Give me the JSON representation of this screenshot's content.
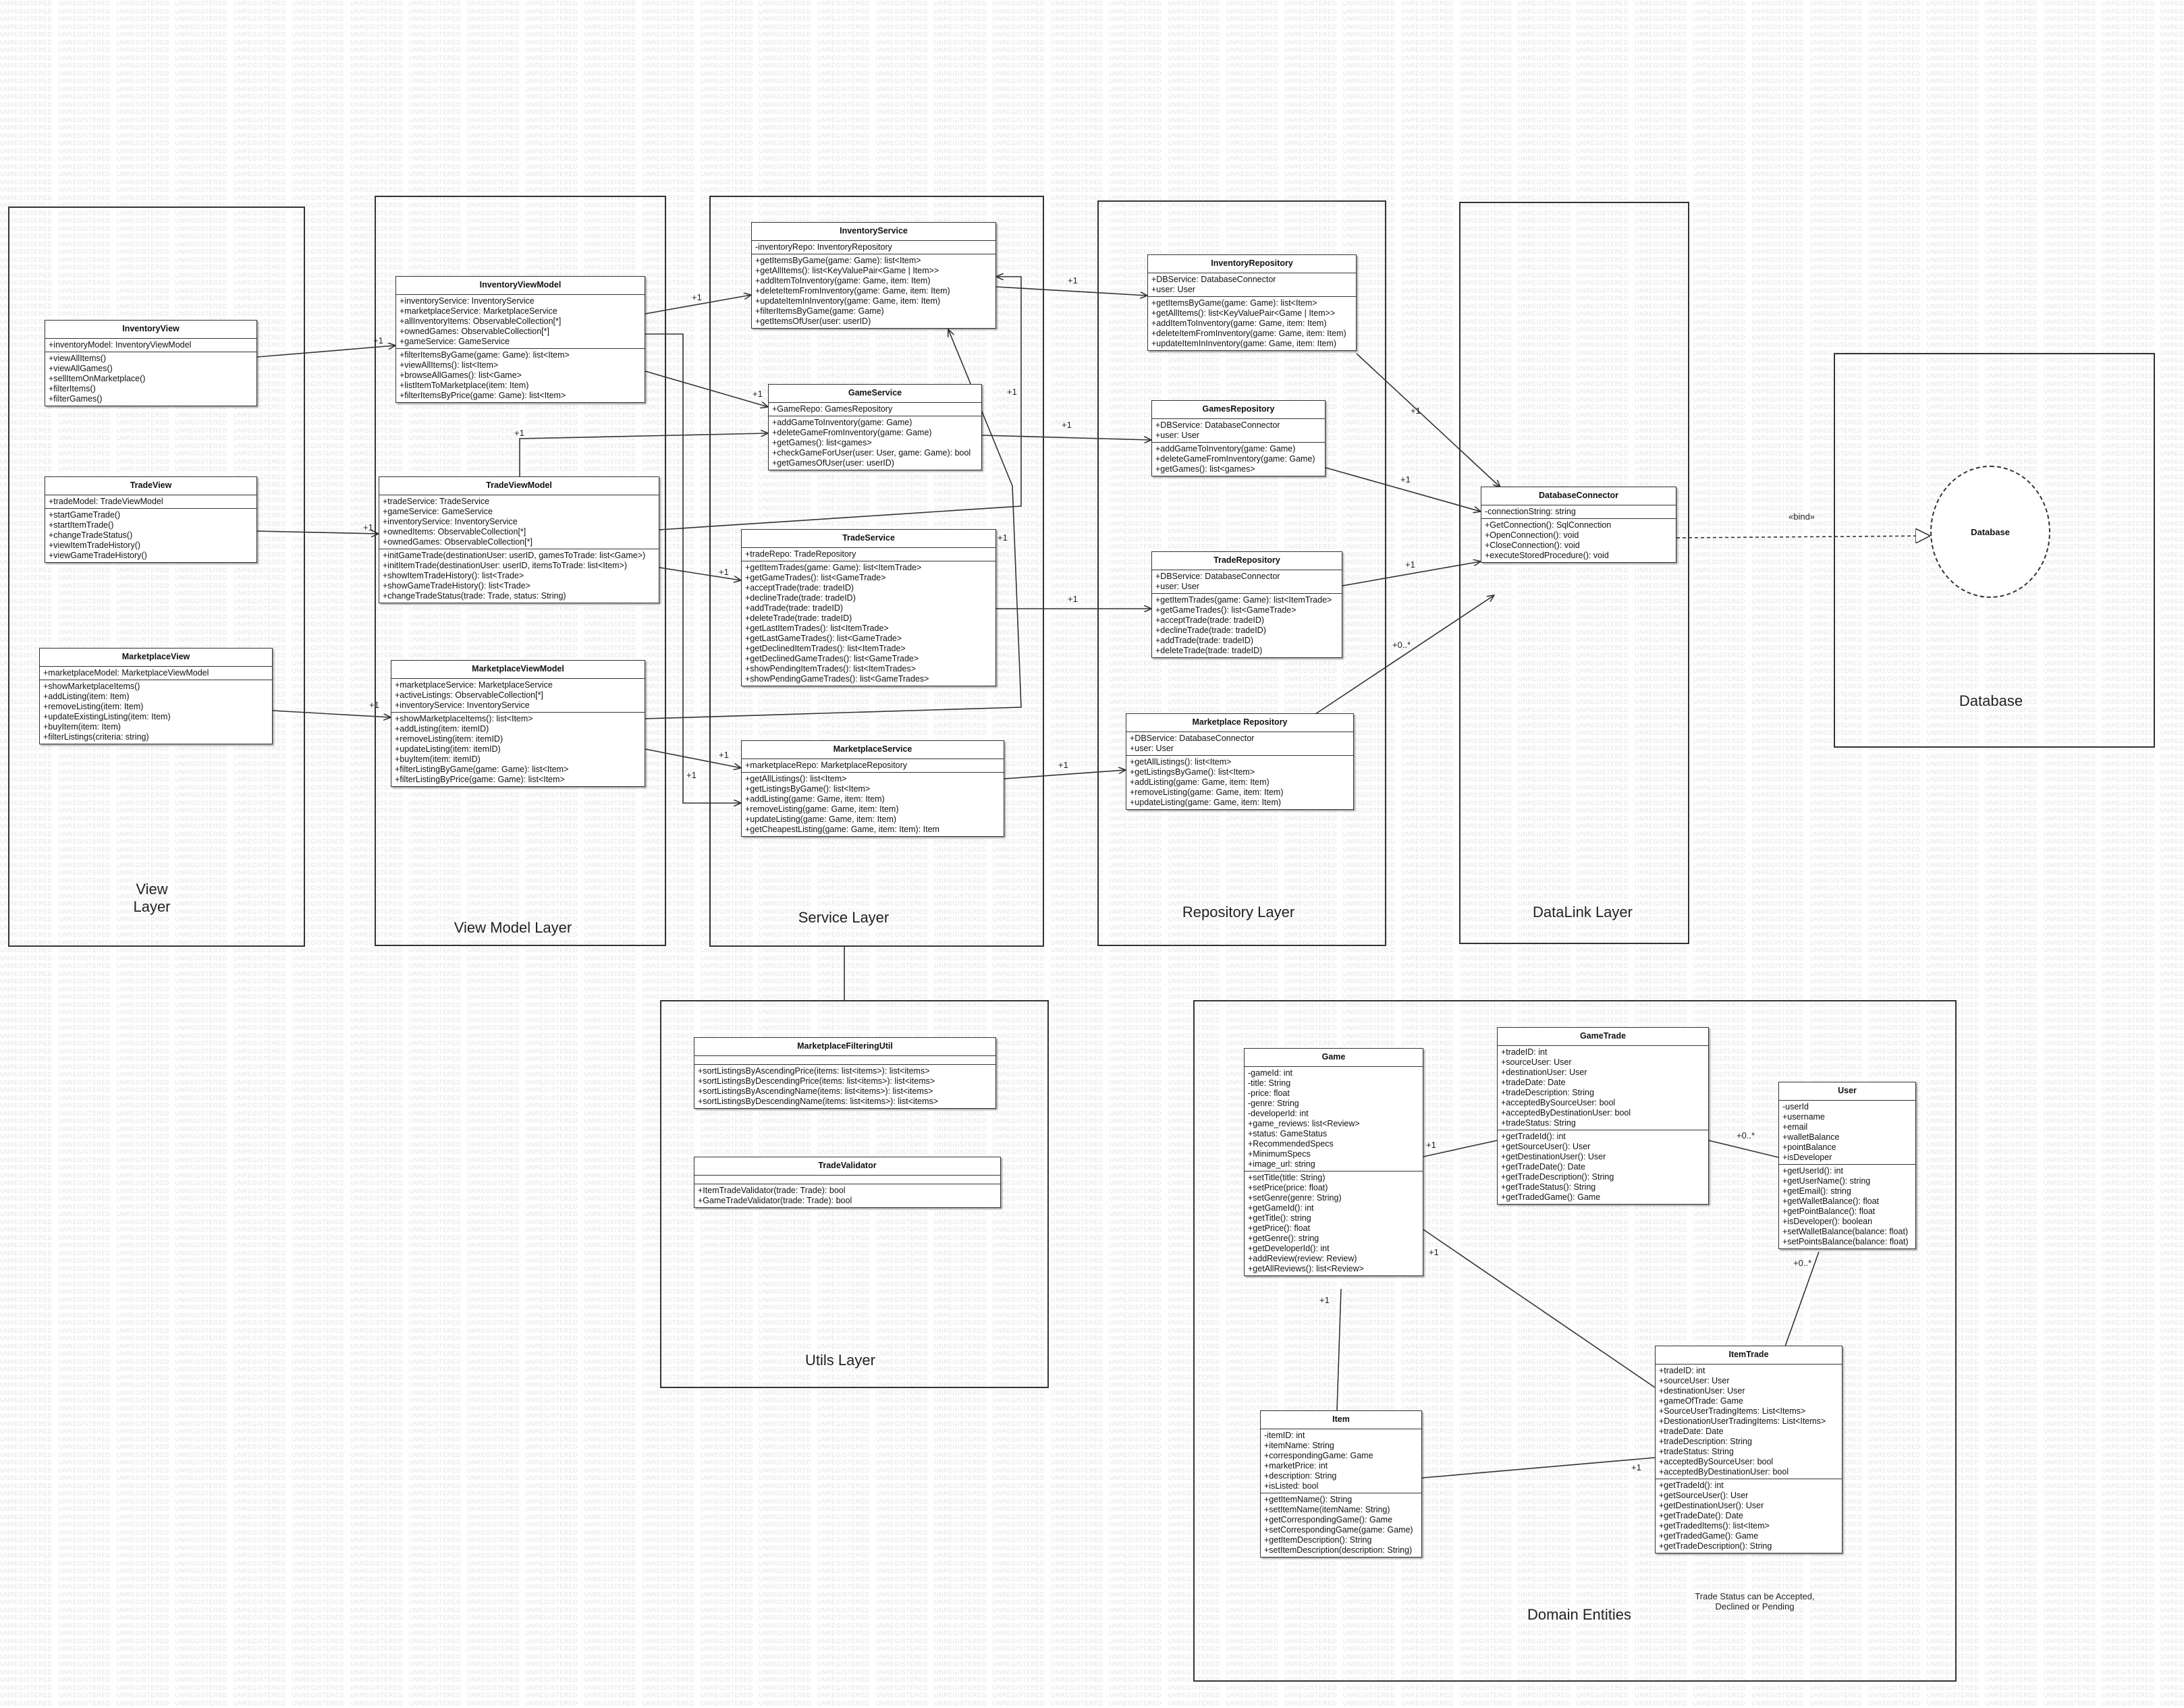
{
  "watermark": "UNREGISTERED",
  "packages": {
    "view": "View\nLayer",
    "viewmodel": "View Model Layer",
    "service": "Service Layer",
    "repository": "Repository Layer",
    "datalink": "DataLink Layer",
    "database": "Database",
    "utils": "Utils Layer",
    "domain": "Domain Entities"
  },
  "classes": {
    "inventoryView": {
      "name": "InventoryView",
      "attrs": [
        "+inventoryModel: InventoryViewModel"
      ],
      "ops": [
        "+viewAllItems()",
        "+viewAllGames()",
        "+sellItemOnMarketplace()",
        "+filterItems()",
        "+filterGames()"
      ]
    },
    "tradeView": {
      "name": "TradeView",
      "attrs": [
        "+tradeModel: TradeViewModel"
      ],
      "ops": [
        "+startGameTrade()",
        "+startItemTrade()",
        "+changeTradeStatus()",
        "+viewItemTradeHistory()",
        "+viewGameTradeHistory()"
      ]
    },
    "marketplaceView": {
      "name": "MarketplaceView",
      "attrs": [
        "+marketplaceModel: MarketplaceViewModel"
      ],
      "ops": [
        "+showMarketplaceItems()",
        "+addListing(item: Item)",
        "+removeListing(item: Item)",
        "+updateExistingListing(item: Item)",
        "+buyItem(item: Item)",
        "+filterListings(criteria: string)"
      ]
    },
    "inventoryViewModel": {
      "name": "InventoryViewModel",
      "attrs": [
        "+inventoryService: InventoryService",
        "+marketplaceService: MarketplaceService",
        "+allInventoryItems: ObservableCollection[*]",
        "+ownedGames: ObservableCollection[*]",
        "+gameService: GameService"
      ],
      "ops": [
        "+filterItemsByGame(game: Game): list<Item>",
        "+viewAllItems(): list<Item>",
        "+browseAllGames(): list<Game>",
        "+listItemToMarketplace(item: Item)",
        "+filterItemsByPrice(game: Game): list<Item>"
      ]
    },
    "tradeViewModel": {
      "name": "TradeViewModel",
      "attrs": [
        "+tradeService: TradeService",
        "+gameService: GameService",
        "+inventoryService: InventoryService",
        "+ownedItems: ObservableCollection[*]",
        "+ownedGames: ObservableCollection[*]"
      ],
      "ops": [
        "+initGameTrade(destinationUser: userID, gamesToTrade: list<Game>)",
        "+initItemTrade(destinationUser: userID, itemsToTrade: list<Item>)",
        "+showItemTradeHistory(): list<Trade>",
        "+showGameTradeHistory(): list<Trade>",
        "+changeTradeStatus(trade: Trade, status: String)"
      ]
    },
    "marketplaceViewModel": {
      "name": "MarketplaceViewModel",
      "attrs": [
        "+marketplaceService: MarketplaceService",
        "+activeListings: ObservableCollection[*]",
        "+inventoryService: InventoryService"
      ],
      "ops": [
        "+showMarketplaceItems(): list<Item>",
        "+addListing(item: itemID)",
        "+removeListing(item: itemID)",
        "+updateListing(item: itemID)",
        "+buyItem(item: itemID)",
        "+filterListingByGame(game: Game): list<Item>",
        "+filterListingByPrice(game: Game): list<Item>"
      ]
    },
    "inventoryService": {
      "name": "InventoryService",
      "attrs": [
        "-inventoryRepo: InventoryRepository"
      ],
      "ops": [
        "+getItemsByGame(game: Game): list<Item>",
        "+getAllItems(): list<KeyValuePair<Game | Item>>",
        "+addItemToInventory(game: Game, item: Item)",
        "+deleteItemFromInventory(game: Game, item: Item)",
        "+updateItemInInventory(game: Game, item: Item)",
        "+filterItemsByGame(game: Game)",
        "+getItemsOfUser(user: userID)"
      ]
    },
    "gameService": {
      "name": "GameService",
      "attrs": [
        "+GameRepo: GamesRepository"
      ],
      "ops": [
        "+addGameToInventory(game: Game)",
        "+deleteGameFromInventory(game: Game)",
        "+getGames(): list<games>",
        "+checkGameForUser(user: User, game: Game): bool",
        "+getGamesOfUser(user: userID)"
      ]
    },
    "tradeService": {
      "name": "TradeService",
      "attrs": [
        "+tradeRepo: TradeRepository"
      ],
      "ops": [
        "+getItemTrades(game: Game): list<ItemTrade>",
        "+getGameTrades(): list<GameTrade>",
        "+acceptTrade(trade: tradeID)",
        "+declineTrade(trade: tradeID)",
        "+addTrade(trade: tradeID)",
        "+deleteTrade(trade: tradeID)",
        "+getLastItemTrades(): list<ItemTrade>",
        "+getLastGameTrades(): list<GameTrade>",
        "+getDeclinedItemTrades(): list<ItemTrade>",
        "+getDeclinedGameTrades(): list<GameTrade>",
        "+showPendingItemTrades(): list<ItemTrades>",
        "+showPendingGameTrades(): list<GameTrades>"
      ]
    },
    "marketplaceService": {
      "name": "MarketplaceService",
      "attrs": [
        "+marketplaceRepo: MarketplaceRepository"
      ],
      "ops": [
        "+getAllListings(): list<Item>",
        "+getListingsByGame(): list<Item>",
        "+addListing(game: Game, item: Item)",
        "+removeListing(game: Game, item: Item)",
        "+updateListing(game: Game, item: Item)",
        "+getCheapestListing(game: Game, item: Item): Item"
      ]
    },
    "inventoryRepository": {
      "name": "InventoryRepository",
      "attrs": [
        "+DBService: DatabaseConnector",
        "+user: User"
      ],
      "ops": [
        "+getItemsByGame(game: Game): list<Item>",
        "+getAllItems(): list<KeyValuePair<Game | Item>>",
        "+addItemToInventory(game: Game, item: Item)",
        "+deleteItemFromInventory(game: Game, item: Item)",
        "+updateItemInInventory(game: Game, item: Item)"
      ]
    },
    "gamesRepository": {
      "name": "GamesRepository",
      "attrs": [
        "+DBService: DatabaseConnector",
        "+user: User"
      ],
      "ops": [
        "+addGameToInventory(game: Game)",
        "+deleteGameFromInventory(game: Game)",
        "+getGames(): list<games>"
      ]
    },
    "tradeRepository": {
      "name": "TradeRepository",
      "attrs": [
        "+DBService: DatabaseConnector",
        "+user: User"
      ],
      "ops": [
        "+getItemTrades(game: Game): list<ItemTrade>",
        "+getGameTrades(): list<GameTrade>",
        "+acceptTrade(trade: tradeID)",
        "+declineTrade(trade: tradeID)",
        "+addTrade(trade: tradeID)",
        "+deleteTrade(trade: tradeID)"
      ]
    },
    "marketplaceRepository": {
      "name": "Marketplace Repository",
      "attrs": [
        "+DBService: DatabaseConnector",
        "+user: User"
      ],
      "ops": [
        "+getAllListings(): list<Item>",
        "+getListingsByGame(): list<Item>",
        "+addListing(game: Game, item: Item)",
        "+removeListing(game: Game, item: Item)",
        "+updateListing(game: Game, item: Item)"
      ]
    },
    "databaseConnector": {
      "name": "DatabaseConnector",
      "attrs": [
        "-connectionString: string"
      ],
      "ops": [
        "+GetConnection(): SqlConnection",
        "+OpenConnection(): void",
        "+CloseConnection(): void",
        "+executeStoredProcedure(): void"
      ]
    },
    "marketplaceFilteringUtil": {
      "name": "MarketplaceFilteringUtil",
      "attrs": [],
      "ops": [
        "+sortListingsByAscendingPrice(items: list<items>): list<items>",
        "+sortListingsByDescendingPrice(items: list<items>): list<items>",
        "+sortListingsByAscendingName(items: list<items>): list<items>",
        "+sortListingsByDescendingName(items: list<items>): list<items>"
      ]
    },
    "tradeValidator": {
      "name": "TradeValidator",
      "attrs": [],
      "ops": [
        "+ItemTradeValidator(trade: Trade): bool",
        "+GameTradeValidator(trade: Trade): bool"
      ]
    },
    "game": {
      "name": "Game",
      "attrs": [
        "-gameId: int",
        "-title: String",
        "-price: float",
        "-genre: String",
        "-developerId: int",
        "+game_reviews: list<Review>",
        "+status: GameStatus",
        "+RecommendedSpecs",
        "+MinimumSpecs",
        "+image_url: string"
      ],
      "ops": [
        "+setTitle(title: String)",
        "+setPrice(price: float)",
        "+setGenre(genre: String)",
        "+getGameId(): int",
        "+getTitle(): string",
        "+getPrice(): float",
        "+getGenre(): string",
        "+getDeveloperId(): int",
        "+addReview(review: Review)",
        "+getAllReviews(): list<Review>"
      ]
    },
    "gameTrade": {
      "name": "GameTrade",
      "attrs": [
        "+tradeID: int",
        "+sourceUser: User",
        "+destinationUser: User",
        "+tradeDate: Date",
        "+tradeDescription: String",
        "+acceptedBySourceUser: bool",
        "+acceptedByDestinationUser: bool",
        "+tradeStatus: String"
      ],
      "ops": [
        "+getTradeId(): int",
        "+getSourceUser(): User",
        "+getDestinationUser(): User",
        "+getTradeDate(): Date",
        "+getTradeDescription(): String",
        "+getTradeStatus(): String",
        "+getTradedGame(): Game"
      ]
    },
    "user": {
      "name": "User",
      "attrs": [
        "-userId",
        "+username",
        "+email",
        "+walletBalance",
        "+pointBalance",
        "+isDeveloper"
      ],
      "ops": [
        "+getUserId(): int",
        "+getUserName(): string",
        "+getEmail(): string",
        "+getWalletBalance(): float",
        "+getPointBalance(): float",
        "+isDeveloper(): boolean",
        "+setWalletBalance(balance: float)",
        "+setPointsBalance(balance: float)"
      ]
    },
    "itemTrade": {
      "name": "ItemTrade",
      "attrs": [
        "+tradeID: int",
        "+sourceUser: User",
        "+destinationUser: User",
        "+gameOfTrade: Game",
        "+SourceUserTradingItems: List<Items>",
        "+DestionationUserTradingItems: List<Items>",
        "+tradeDate: Date",
        "+tradeDescription: String",
        "+tradeStatus: String",
        "+acceptedBySourceUser: bool",
        "+acceptedByDestinationUser: bool"
      ],
      "ops": [
        "+getTradeId(): int",
        "+getSourceUser(): User",
        "+getDestinationUser(): User",
        "+getTradeDate(): Date",
        "+getTradedItems(): list<Item>",
        "+getTradedGame(): Game",
        "+getTradeDescription(): String"
      ]
    },
    "item": {
      "name": "Item",
      "attrs": [
        "-itemID: int",
        "+itemName: String",
        "+correspondingGame: Game",
        "+marketPrice: int",
        "+description: String",
        "+isListed: bool"
      ],
      "ops": [
        "+getItemName(): String",
        "+setItemName(itemName: String)",
        "+getCorrespondingGame(): Game",
        "+setCorrespondingGame(game: Game)",
        "+getItemDescription(): String",
        "+setItemDescription(description: String)"
      ]
    }
  },
  "database_node": "Database",
  "bind_label": "«bind»",
  "multiplicities": [
    "+1",
    "+1",
    "+1",
    "+1",
    "+1",
    "+1",
    "+1",
    "+1",
    "+1",
    "+1",
    "+1",
    "+1",
    "+1",
    "+1",
    "+1",
    "+1",
    "+1",
    "+1",
    "+0..*",
    "+0..*",
    "+1",
    "+0..*",
    "+1",
    "+1",
    "+1"
  ],
  "note": "Trade Status can be Accepted,\nDeclined or Pending"
}
